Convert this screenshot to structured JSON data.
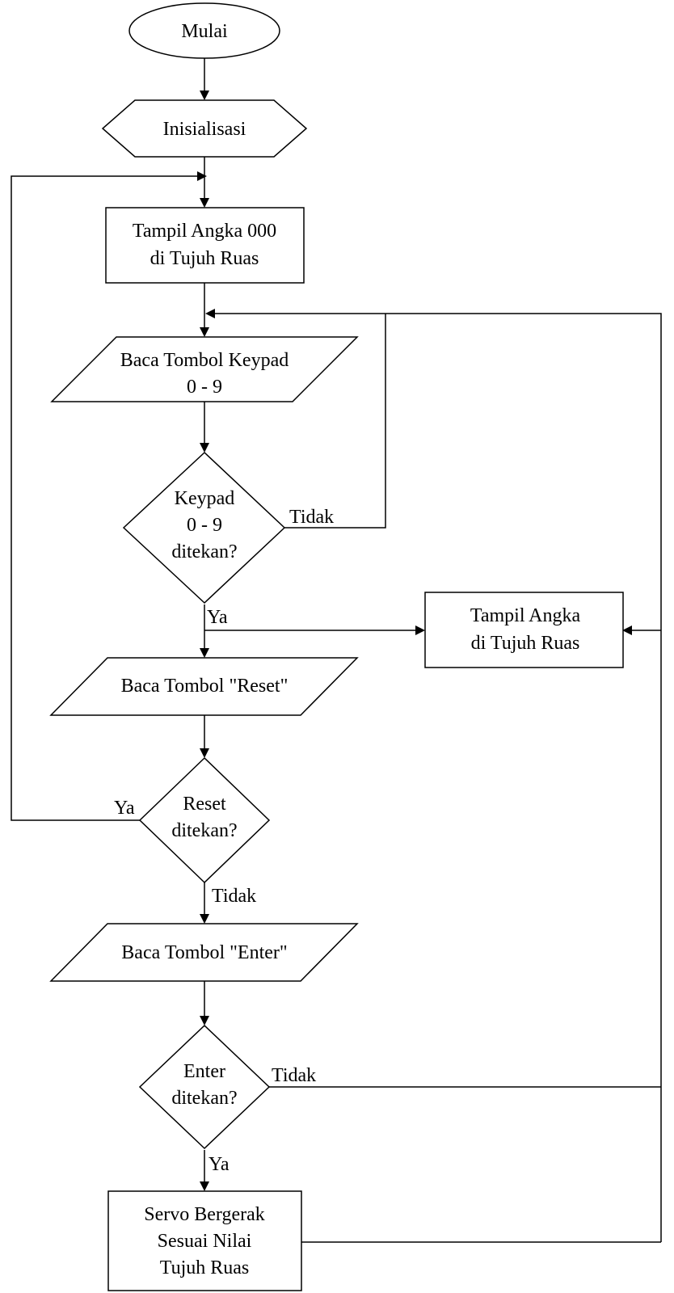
{
  "nodes": {
    "mulai": {
      "lines": [
        "Mulai"
      ]
    },
    "inisialisasi": {
      "lines": [
        "Inisialisasi"
      ]
    },
    "tampil_000": {
      "lines": [
        "Tampil Angka 000",
        "di Tujuh Ruas"
      ]
    },
    "baca_keypad": {
      "lines": [
        "Baca Tombol Keypad",
        "0 - 9"
      ]
    },
    "keypad_ditekan": {
      "lines": [
        "Keypad",
        "0 - 9",
        "ditekan?"
      ]
    },
    "tampil_angka": {
      "lines": [
        "Tampil Angka",
        "di Tujuh Ruas"
      ]
    },
    "baca_reset": {
      "lines": [
        "Baca Tombol \"Reset\""
      ]
    },
    "reset_ditekan": {
      "lines": [
        "Reset",
        "ditekan?"
      ]
    },
    "baca_enter": {
      "lines": [
        "Baca Tombol \"Enter\""
      ]
    },
    "enter_ditekan": {
      "lines": [
        "Enter",
        "ditekan?"
      ]
    },
    "servo": {
      "lines": [
        "Servo Bergerak",
        "Sesuai Nilai",
        "Tujuh Ruas"
      ]
    }
  },
  "edge_labels": {
    "keypad_tidak": "Tidak",
    "keypad_ya": "Ya",
    "reset_ya": "Ya",
    "reset_tidak": "Tidak",
    "enter_tidak": "Tidak",
    "enter_ya": "Ya"
  }
}
